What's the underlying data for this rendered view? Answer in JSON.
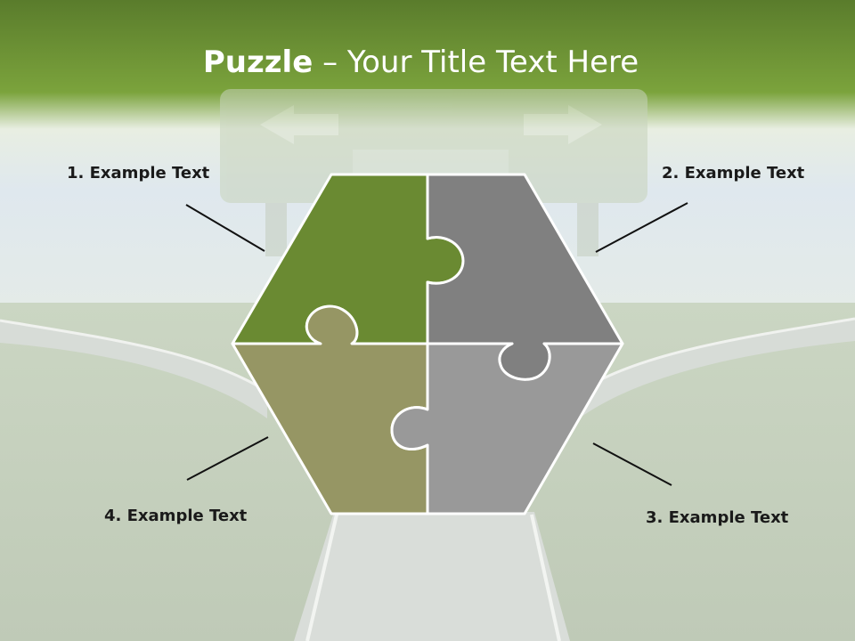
{
  "title": {
    "bold": "Puzzle",
    "rest": " – Your Title Text Here"
  },
  "labels": [
    "1. Example Text",
    "2. Example Text",
    "3. Example Text",
    "4. Example Text"
  ],
  "colors": {
    "header_green": "#6f9a34",
    "piece_top_left": "#6a8a32",
    "piece_top_right": "#808080",
    "piece_bottom_left": "#969664",
    "piece_bottom_right": "#999999",
    "piece_outline": "#ffffff"
  }
}
